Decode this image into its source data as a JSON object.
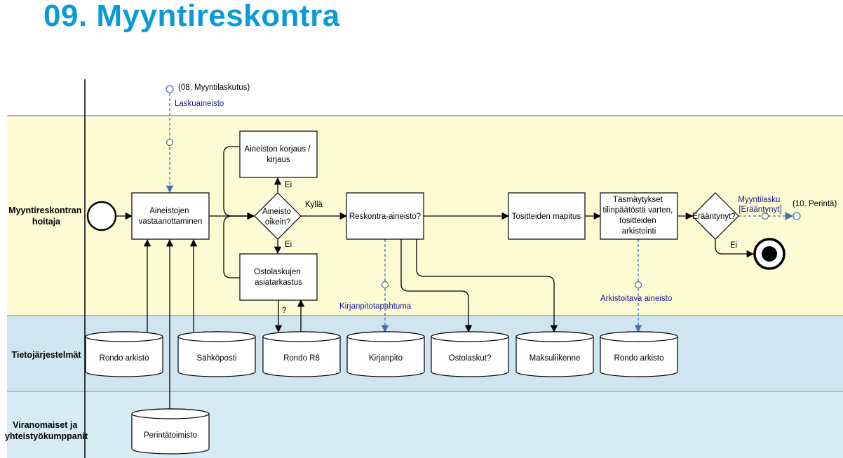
{
  "title": "09. Myyntireskontra",
  "lanes": {
    "hoitaja": [
      "Myyntireskontran",
      "hoitaja"
    ],
    "tietojarjestelmat": [
      "Tietojärjestelmät"
    ],
    "viranomaiset": [
      "Viranomaiset ja",
      "yhteistyökumppanit"
    ]
  },
  "events": {
    "incoming_ref": "(08. Myyntilaskutus)",
    "outgoing_ref": "(10. Perintä)"
  },
  "tasks": {
    "vastaanotto": [
      "Aineistojen",
      "vastaanottaminen"
    ],
    "korjaus": [
      "Aineiston korjaus /",
      "kirjaus"
    ],
    "asiatarkastus": [
      "Ostolaskujen",
      "asiatarkastus"
    ],
    "reskontra": [
      "Reskontra-aineisto?"
    ],
    "mapitus": [
      "Tositteiden mapitus"
    ],
    "tasmaytys": [
      "Täsmäytykset",
      "tilinpäätöstä varten,",
      "tositteiden",
      "arkistointi"
    ]
  },
  "gateways": {
    "oikein": [
      "Aineisto",
      "oikein?"
    ],
    "erantynyt": [
      "Erääntynyt?"
    ]
  },
  "datastores": {
    "rondo_arkisto_1": "Rondo arkisto",
    "sahkoposti": "Sähköposti",
    "rondo_r8": "Rondo R8",
    "kirjanpito": "Kirjanpito",
    "ostolaskut": "Ostolaskut?",
    "maksuliikenne": "Maksuliikenne",
    "rondo_arkisto_2": "Rondo arkisto",
    "perintatoimisto": "Perintätoimisto"
  },
  "flow_labels": {
    "laskuaineisto": "Laskuaineisto",
    "kirjanpitotapahtuma": "Kirjanpitotapahtuma",
    "arkistoitava": "Arkistoitava aineisto",
    "myyntilasku": [
      "Myyntilasku",
      "[Erääntynyt]"
    ]
  },
  "branch_labels": {
    "ei_up": "Ei",
    "kylla": "Kyllä",
    "ei_down": "Ei",
    "question": "?",
    "ei_end": "Ei"
  }
}
